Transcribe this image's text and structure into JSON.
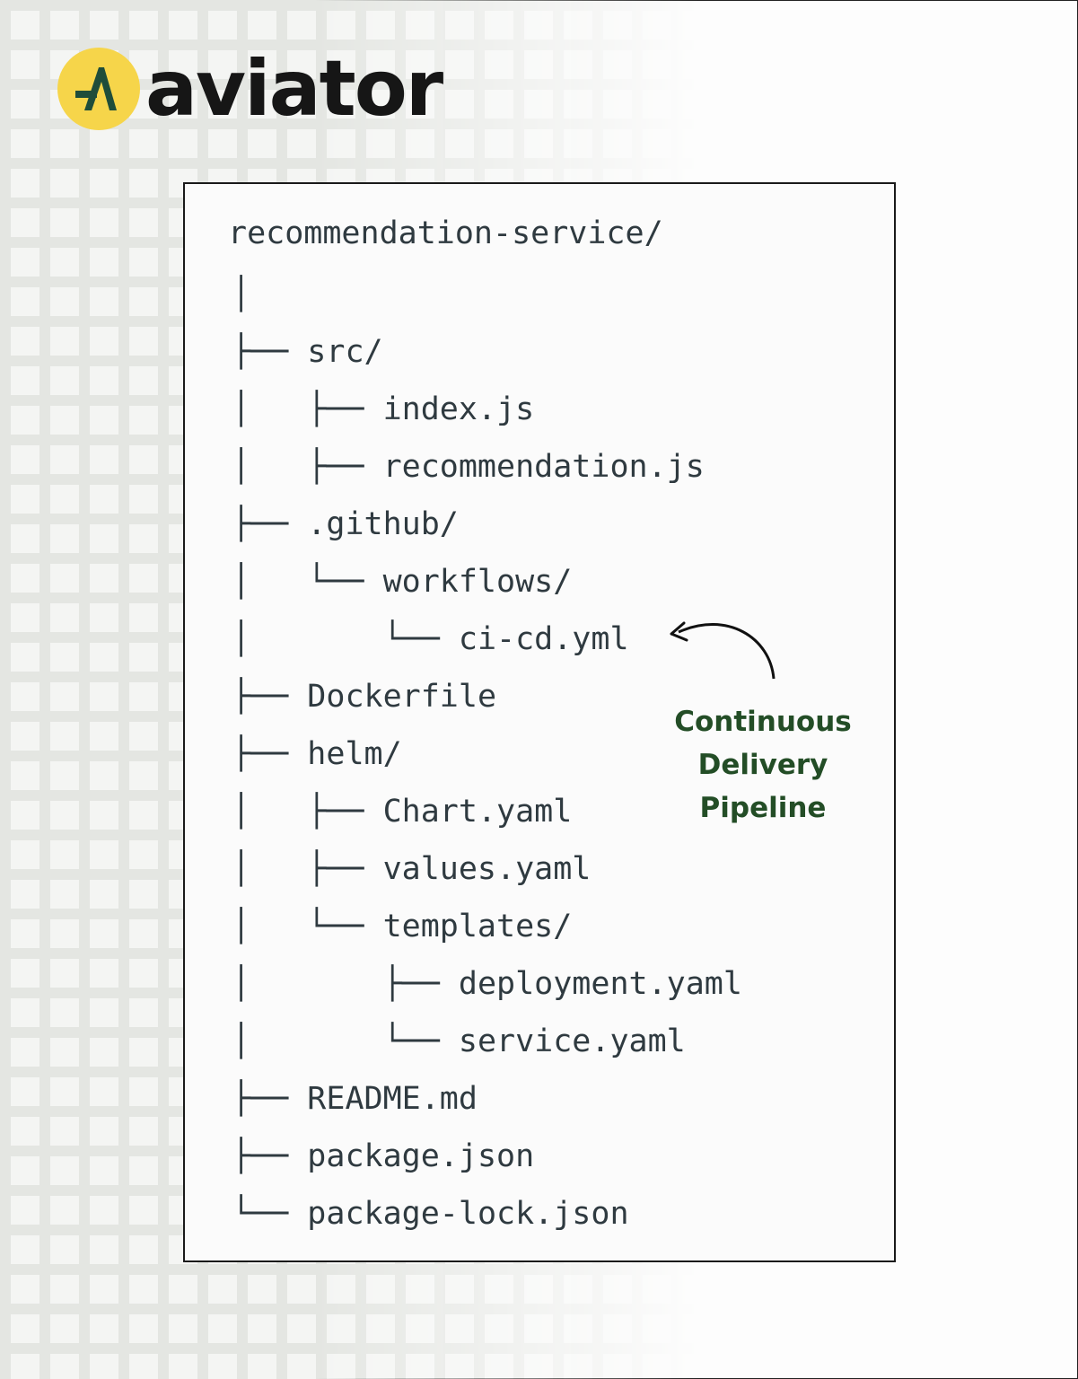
{
  "brand": {
    "logo_letter": "A",
    "logo_text": "aviator",
    "colors": {
      "logo_circle": "#f6d54a",
      "logo_letter": "#1e4d3a",
      "annotation": "#234d26"
    }
  },
  "tree": {
    "root": "recommendation-service/",
    "lines": [
      {
        "prefix": "│",
        "name": ""
      },
      {
        "prefix": "├── ",
        "name": "src/"
      },
      {
        "prefix": "│   ├── ",
        "name": "index.js"
      },
      {
        "prefix": "│   ├── ",
        "name": "recommendation.js"
      },
      {
        "prefix": "├── ",
        "name": ".github/"
      },
      {
        "prefix": "│   └── ",
        "name": "workflows/"
      },
      {
        "prefix": "│       └── ",
        "name": "ci-cd.yml"
      },
      {
        "prefix": "├── ",
        "name": "Dockerfile"
      },
      {
        "prefix": "├── ",
        "name": "helm/"
      },
      {
        "prefix": "│   ├── ",
        "name": "Chart.yaml"
      },
      {
        "prefix": "│   ├── ",
        "name": "values.yaml"
      },
      {
        "prefix": "│   └── ",
        "name": "templates/"
      },
      {
        "prefix": "│       ├── ",
        "name": "deployment.yaml"
      },
      {
        "prefix": "│       └── ",
        "name": "service.yaml"
      },
      {
        "prefix": "├── ",
        "name": "README.md"
      },
      {
        "prefix": "├── ",
        "name": "package.json"
      },
      {
        "prefix": "└── ",
        "name": "package-lock.json"
      }
    ]
  },
  "annotation": {
    "line1": "Continuous",
    "line2": "Delivery",
    "line3": "Pipeline"
  }
}
